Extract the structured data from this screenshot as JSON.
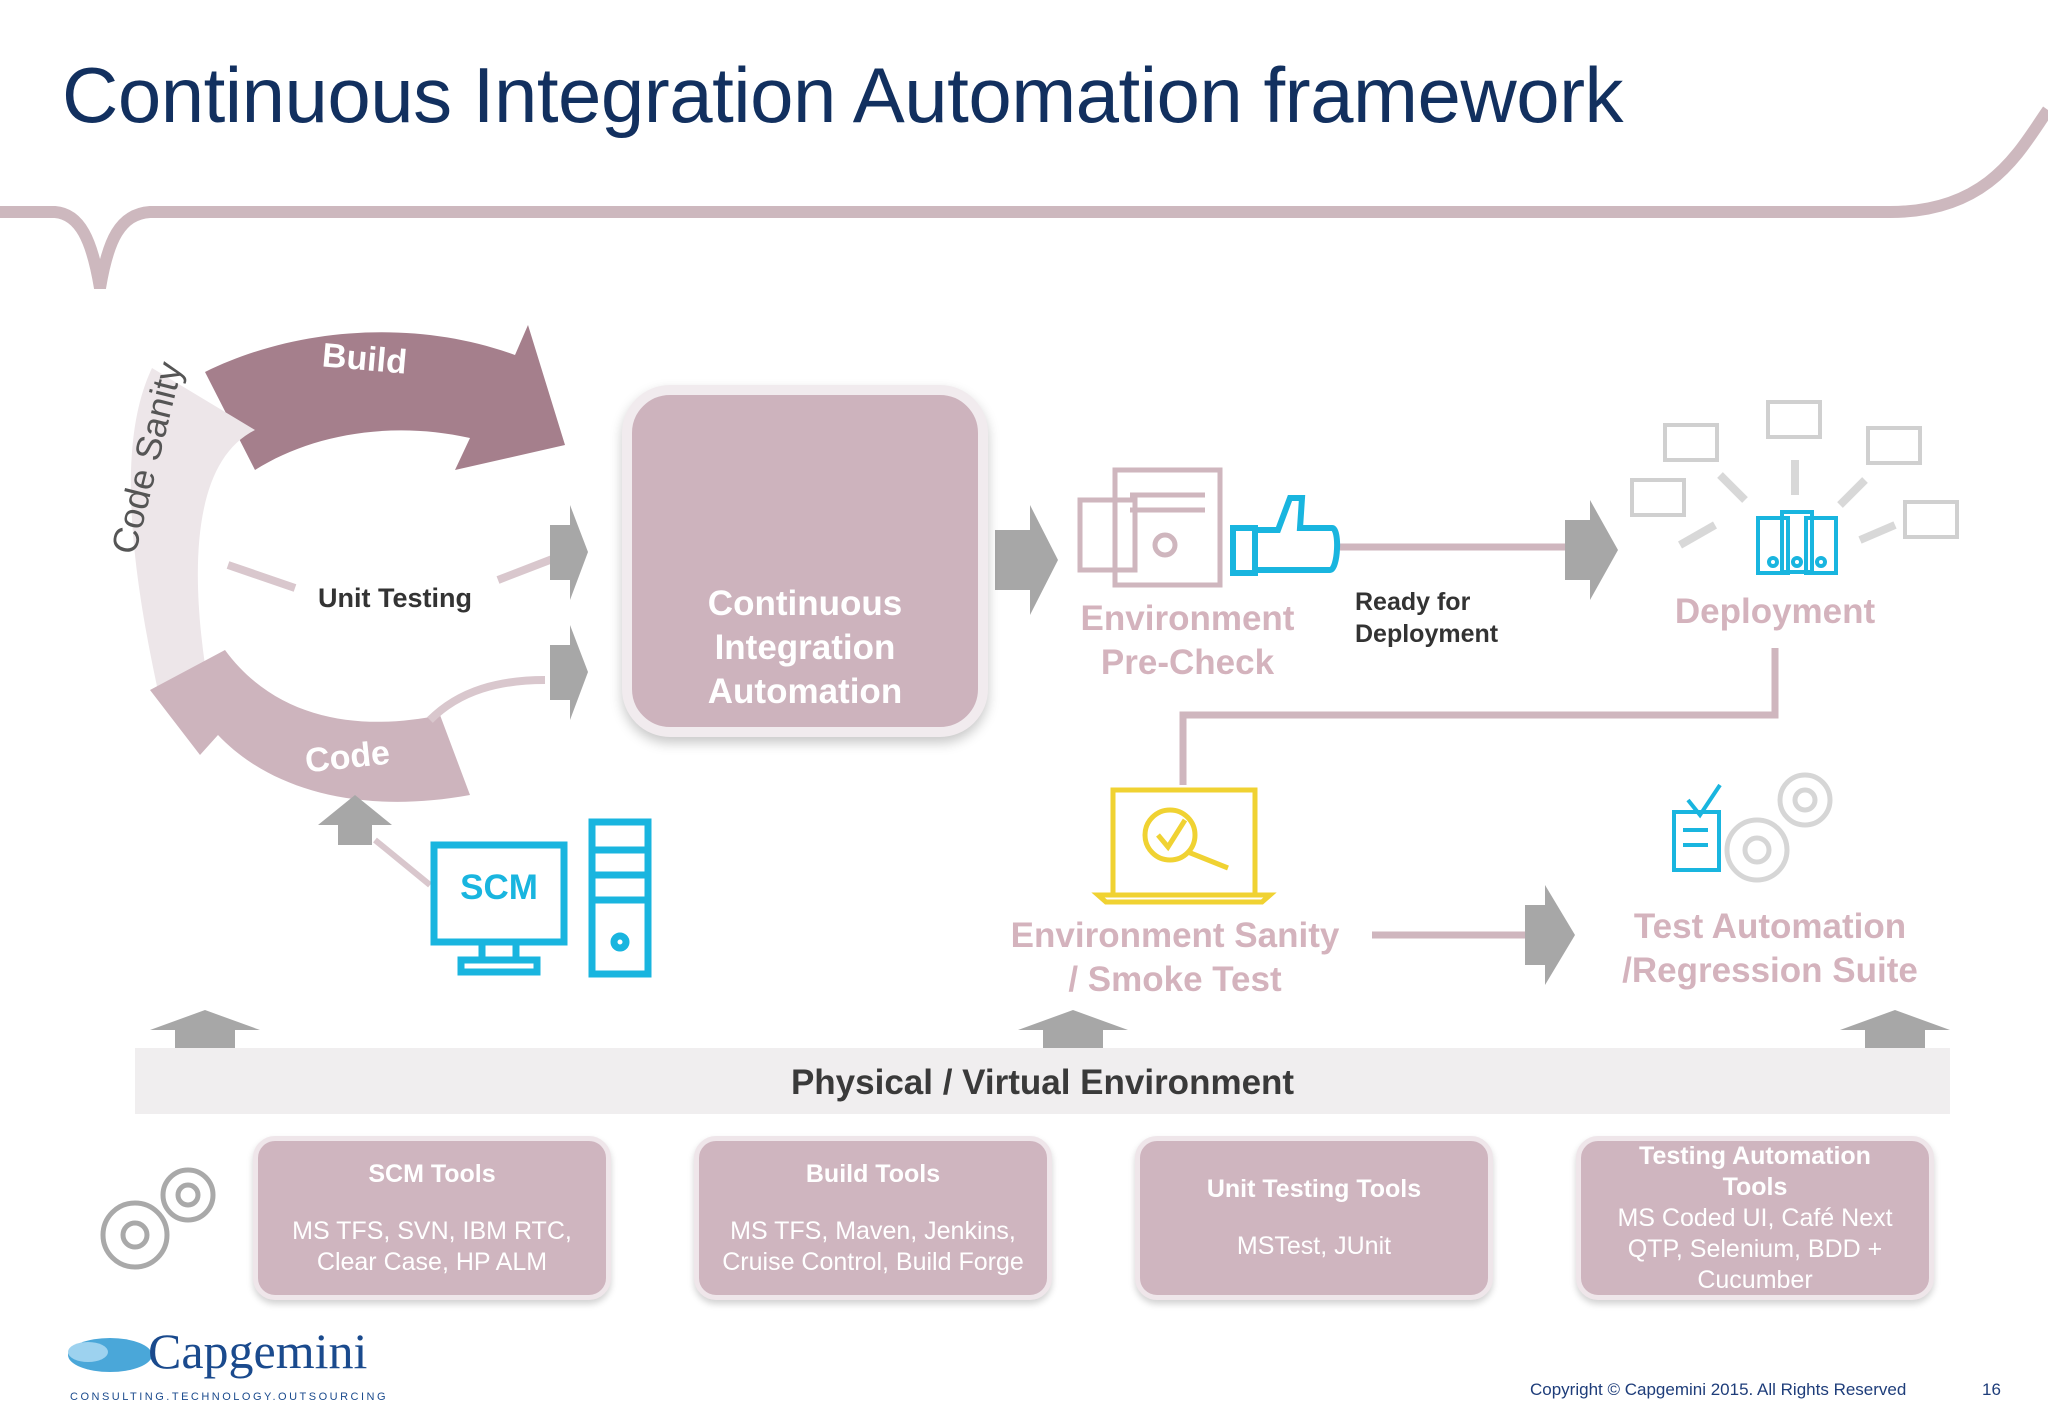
{
  "slide": {
    "title": "Continuous Integration Automation framework",
    "page_number": "16",
    "copyright": "Copyright © Capgemini 2015. All Rights Reserved"
  },
  "cycle": {
    "build": "Build",
    "code_sanity": "Code Sanity",
    "unit_testing": "Unit Testing",
    "code": "Code",
    "scm": "SCM"
  },
  "ci_box": {
    "line1": "Continuous",
    "line2": "Integration",
    "line3": "Automation"
  },
  "stages": {
    "env_precheck": {
      "line1": "Environment",
      "line2": "Pre-Check"
    },
    "ready": {
      "line1": "Ready for",
      "line2": "Deployment"
    },
    "deployment": "Deployment",
    "env_sanity": {
      "line1": "Environment Sanity",
      "line2": "/ Smoke Test"
    },
    "test_automation": {
      "line1": "Test Automation",
      "line2": "/Regression Suite"
    }
  },
  "environment_bar": "Physical / Virtual Environment",
  "tools": [
    {
      "title": "SCM Tools",
      "body1": "MS TFS, SVN, IBM RTC,",
      "body2": "Clear Case, HP ALM"
    },
    {
      "title": "Build Tools",
      "body1": "MS TFS, Maven, Jenkins,",
      "body2": "Cruise Control, Build Forge"
    },
    {
      "title": "Unit Testing Tools",
      "body1": "MSTest, JUnit"
    },
    {
      "title1": "Testing Automation",
      "title2": "Tools",
      "body1": "MS Coded UI, Café Next",
      "body2": "QTP, Selenium, BDD +",
      "body3": "Cucumber"
    }
  ],
  "logo": {
    "name": "Capgemini",
    "tagline": "CONSULTING.TECHNOLOGY.OUTSOURCING"
  },
  "colors": {
    "title": "#12305f",
    "pink_dark": "#a47f8c",
    "pink_light": "#d4b3bd",
    "cyan": "#19b5df",
    "yellow": "#f0d232",
    "grey_arrow": "#a8a8a8"
  }
}
